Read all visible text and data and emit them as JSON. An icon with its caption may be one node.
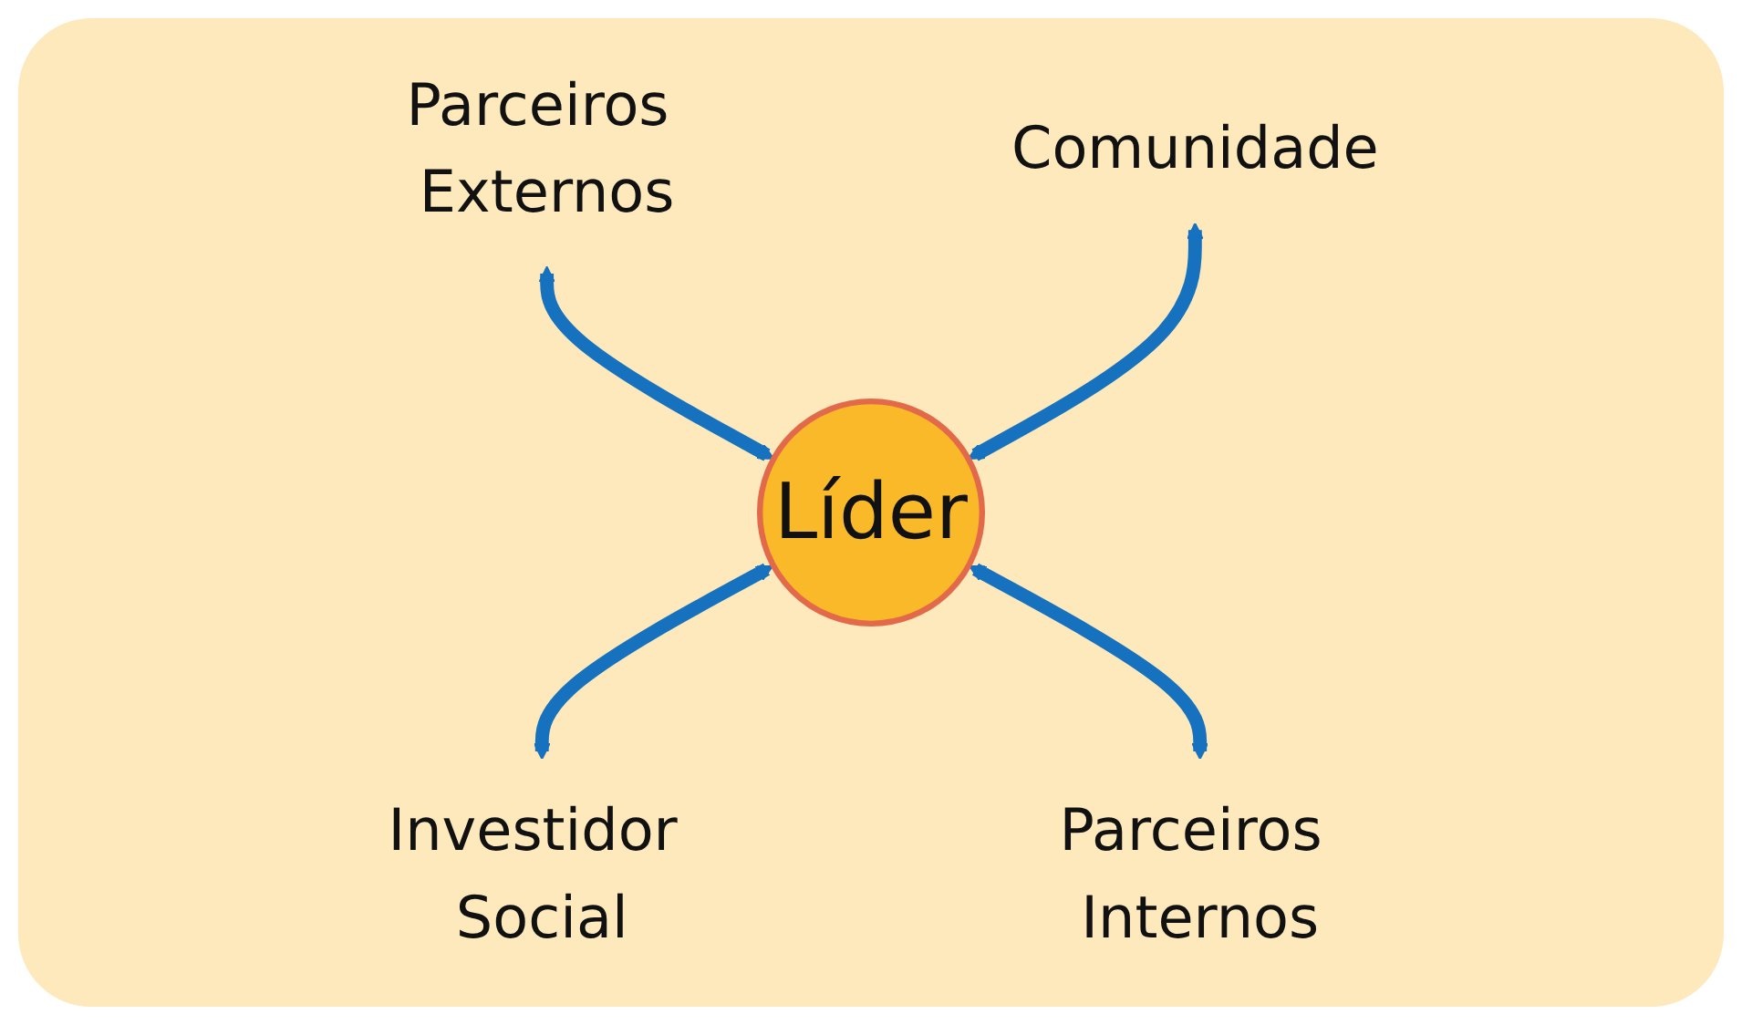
{
  "diagram": {
    "nodes": [
      {
        "text": [
          "Parceiros Externos"
        ]
      },
      {
        "text": [
          "Comunidade"
        ]
      },
      {
        "text": [
          "Líder"
        ]
      },
      {
        "text": [
          "Investidor Social"
        ]
      },
      {
        "text": [
          "Parceiros Internos"
        ]
      }
    ],
    "edges": [
      {
        "from": 0,
        "to": 2,
        "arrow": "both"
      },
      {
        "from": 1,
        "to": 2,
        "arrow": "both"
      },
      {
        "from": 2,
        "to": 3,
        "arrow": "both"
      },
      {
        "from": 2,
        "to": 4,
        "arrow": "both"
      }
    ]
  }
}
